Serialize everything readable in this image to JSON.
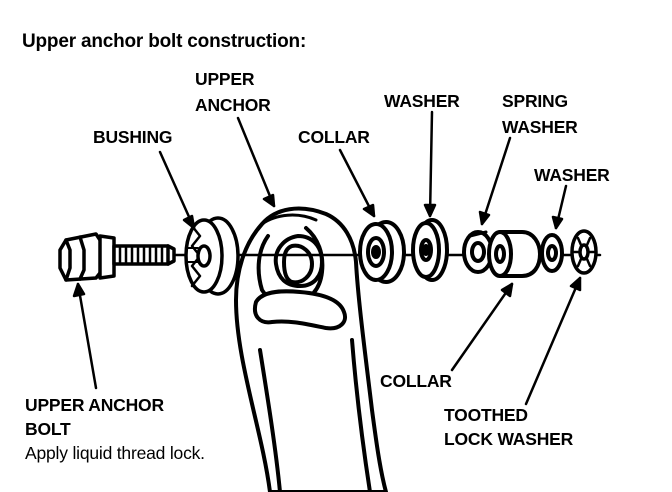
{
  "title": "Upper anchor bolt construction:",
  "labels": {
    "upper_anchor_line1": "UPPER",
    "upper_anchor_line2": "ANCHOR",
    "bushing": "BUSHING",
    "collar_top": "COLLAR",
    "washer_top": "WASHER",
    "spring_washer_line1": "SPRING",
    "spring_washer_line2": "WASHER",
    "washer_right": "WASHER",
    "collar_bottom": "COLLAR",
    "toothed_lock_washer_line1": "TOOTHED",
    "toothed_lock_washer_line2": "LOCK WASHER",
    "upper_anchor_bolt_line1": "UPPER ANCHOR",
    "upper_anchor_bolt_line2": "BOLT"
  },
  "note": "Apply liquid thread lock."
}
